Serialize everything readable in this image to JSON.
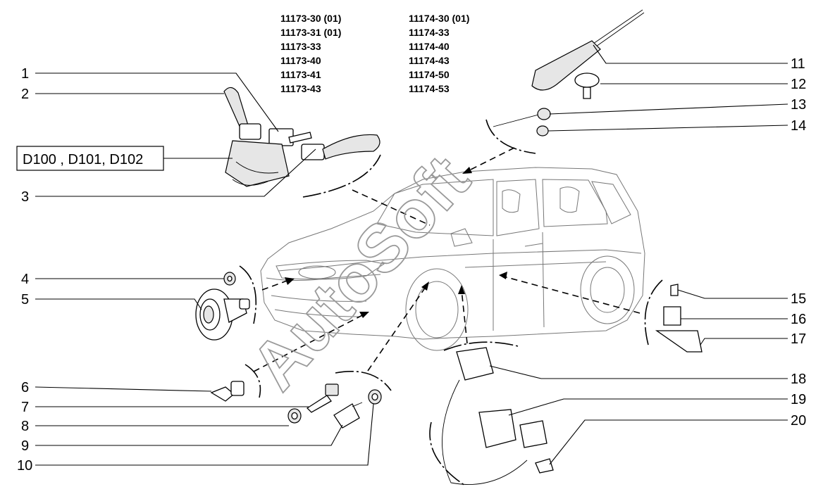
{
  "model_codes": {
    "left": [
      "11173-30  (01)",
      "11173-31  (01)",
      "11173-33",
      "11173-40",
      "11173-41",
      "11173-43"
    ],
    "right": [
      "11174-30  (01)",
      "11174-33",
      "11174-40",
      "11174-43",
      "11174-50",
      "11174-53"
    ]
  },
  "callouts": [
    "1",
    "2",
    "3",
    "4",
    "5",
    "6",
    "7",
    "8",
    "9",
    "10",
    "11",
    "12",
    "13",
    "14",
    "15",
    "16",
    "17",
    "18",
    "19",
    "20"
  ],
  "boxed_label": "D100 , D101, D102",
  "watermark": "AutoSoft"
}
